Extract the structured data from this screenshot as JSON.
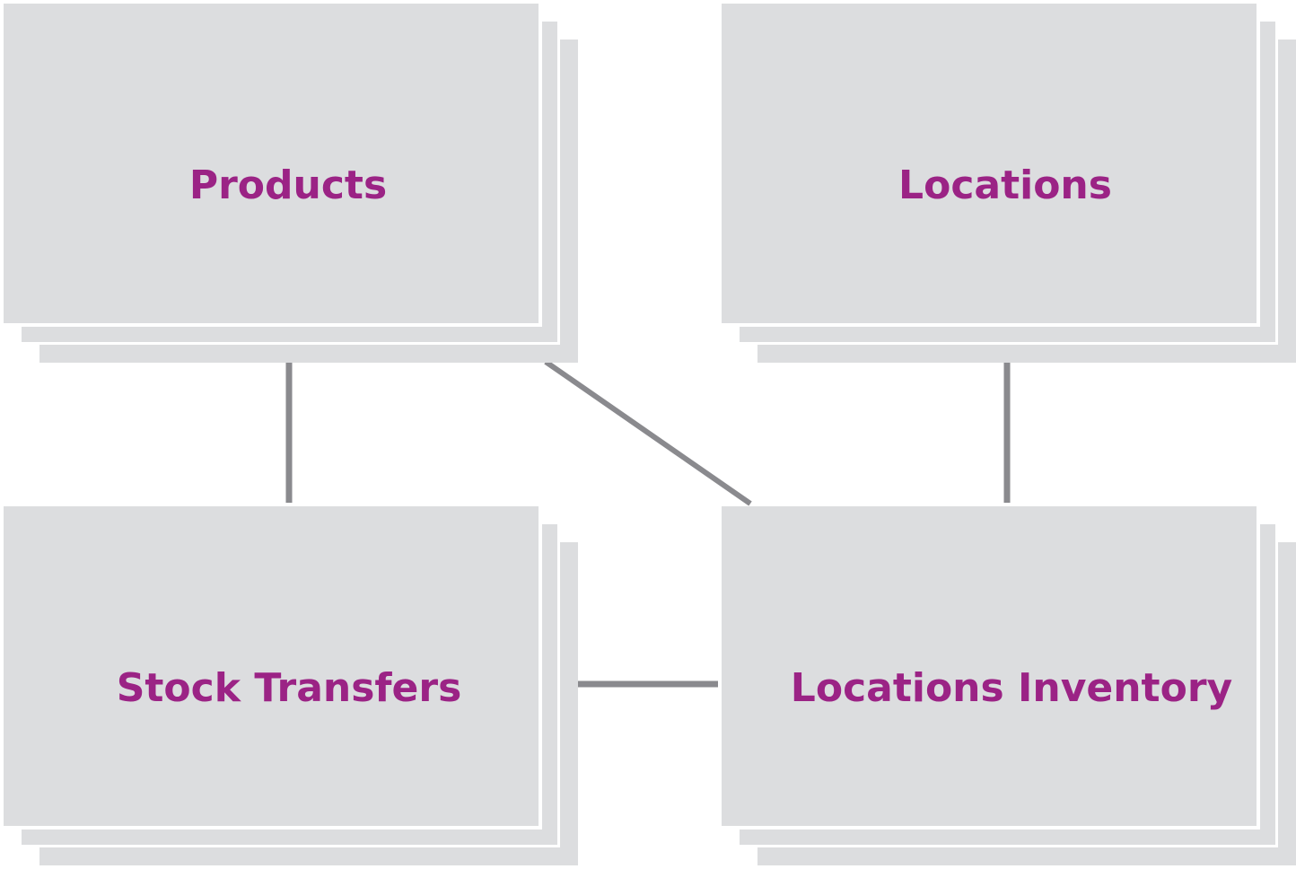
{
  "colors": {
    "label": "#9b2385",
    "sheet": "#dcdddf",
    "connector": "#8a8a8e",
    "background": "#ffffff"
  },
  "entities": {
    "products": "Products",
    "locations": "Locations",
    "stock_transfers": "Stock Transfers",
    "locations_inventory": "Locations Inventory"
  },
  "relationships": [
    {
      "from": "Products",
      "to": "Stock Transfers"
    },
    {
      "from": "Products",
      "to": "Locations Inventory"
    },
    {
      "from": "Locations",
      "to": "Locations Inventory"
    },
    {
      "from": "Stock Transfers",
      "to": "Locations Inventory"
    }
  ]
}
